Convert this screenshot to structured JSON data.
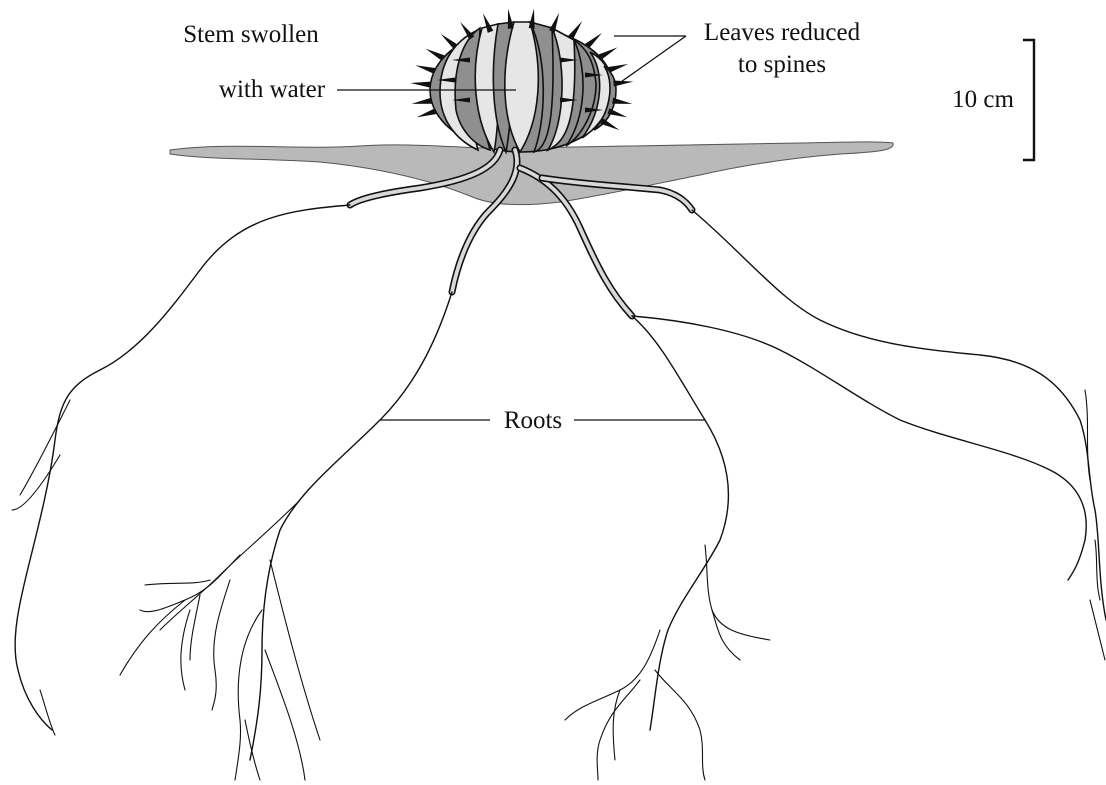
{
  "labels": {
    "stem_line1": "Stem swollen",
    "stem_line2": "with water",
    "leaves_line1": "Leaves reduced",
    "leaves_line2": "to spines",
    "roots": "Roots",
    "scale": "10 cm"
  },
  "colors": {
    "soil": "#b9b9b9",
    "rib_dark": "#8f8f8f",
    "rib_light": "#e6e6e6",
    "ink": "#111111"
  }
}
